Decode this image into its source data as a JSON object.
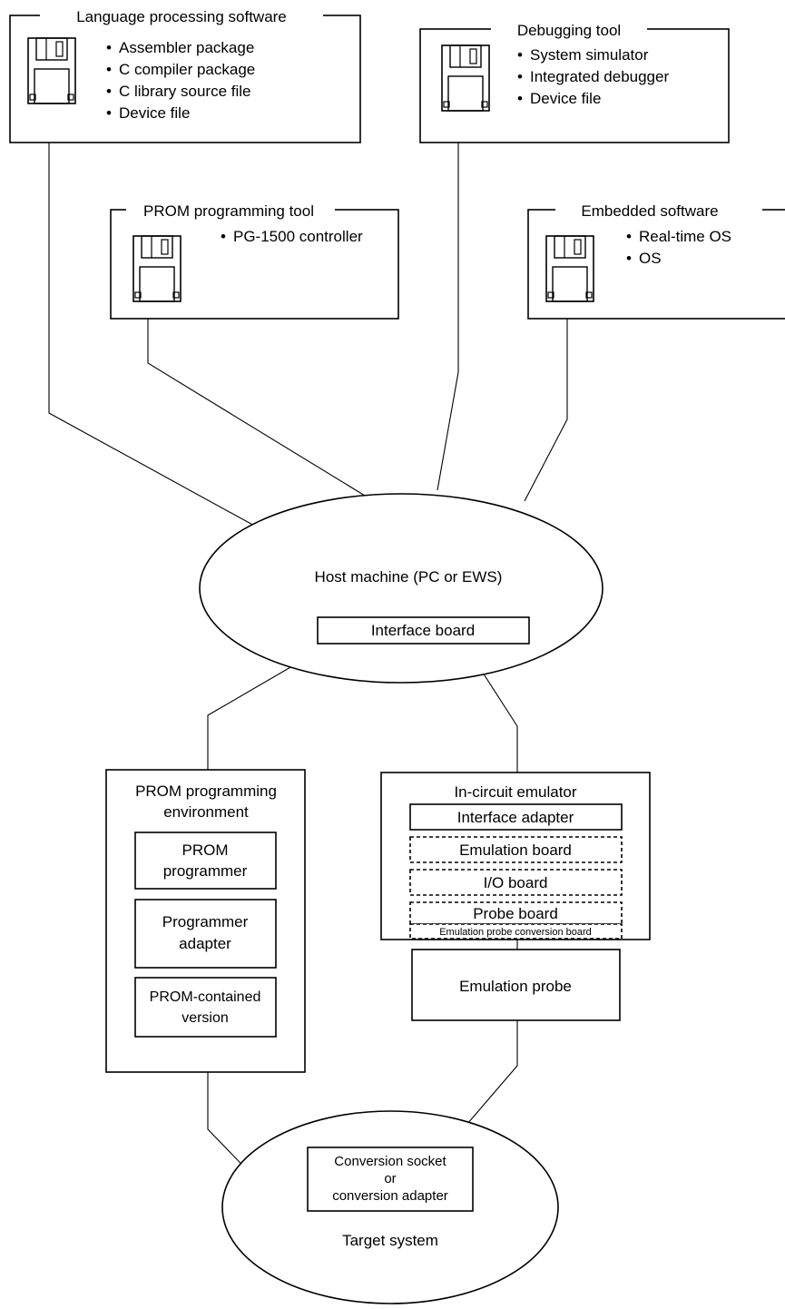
{
  "software_groups": {
    "language": {
      "title": "Language processing software",
      "items": [
        "Assembler package",
        "C compiler package",
        "C library source file",
        "Device file"
      ]
    },
    "debugging": {
      "title": "Debugging tool",
      "items": [
        "System simulator",
        "Integrated debugger",
        "Device file"
      ]
    },
    "prom_tool": {
      "title": "PROM programming tool",
      "items": [
        "PG-1500 controller"
      ]
    },
    "embedded": {
      "title": "Embedded software",
      "items": [
        "Real-time OS",
        "OS"
      ]
    }
  },
  "bullet": "•",
  "host": {
    "label": "Host machine (PC or EWS)",
    "interface_board": "Interface board"
  },
  "prom_env": {
    "title_line1": "PROM programming",
    "title_line2": "environment",
    "programmer_line1": "PROM",
    "programmer_line2": "programmer",
    "adapter_line1": "Programmer",
    "adapter_line2": "adapter",
    "contained_line1": "PROM-contained",
    "contained_line2": "version"
  },
  "emulator": {
    "title": "In-circuit emulator",
    "interface_adapter": "Interface adapter",
    "emulation_board": "Emulation board",
    "io_board": "I/O board",
    "probe_board": "Probe board",
    "conversion_board": "Emulation probe conversion board"
  },
  "emulation_probe": "Emulation probe",
  "target": {
    "socket_line1": "Conversion socket",
    "socket_line2": "or",
    "socket_line3": "conversion adapter",
    "label": "Target system"
  }
}
